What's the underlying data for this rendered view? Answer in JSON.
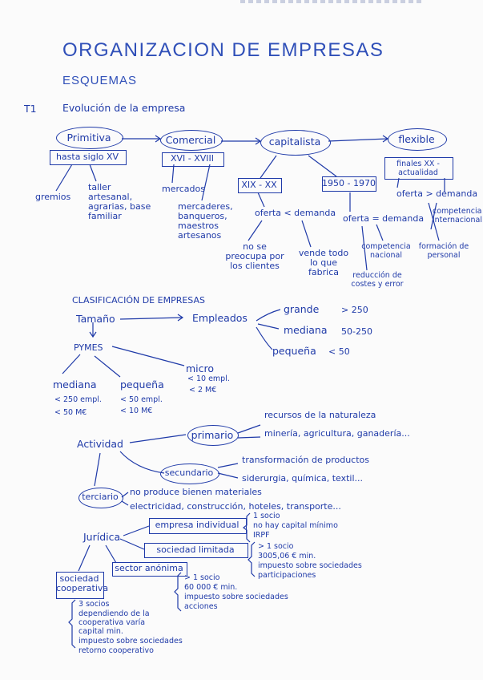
{
  "header": {
    "title": "ORGANIZACION DE EMPRESAS",
    "subtitle": "ESQUEMAS",
    "topic_num": "T1",
    "topic_title": "Evolución de la empresa"
  },
  "evolution": {
    "stages": [
      {
        "name": "Primitiva",
        "period": "hasta siglo XV"
      },
      {
        "name": "Comercial",
        "period": "XVI - XVIII"
      },
      {
        "name": "capitalista"
      },
      {
        "name": "flexible",
        "period": "finales XX - actualidad"
      }
    ],
    "primitiva_items": [
      "gremios",
      "taller artesanal, agrarias, base familiar"
    ],
    "comercial_items": [
      "mercados",
      "mercaderes, banqueros, maestros artesanos"
    ],
    "cap_periods": [
      "XIX - XX",
      "1950 - 1970"
    ],
    "cap_xix": {
      "text": "oferta < demanda",
      "items": [
        "no se preocupa por los clientes",
        "vende todo lo que fabrica"
      ]
    },
    "cap_1950": {
      "text": "oferta = demanda",
      "items": [
        "competencia nacional",
        "reducción de costes y error"
      ]
    },
    "flexible": {
      "text": "oferta > demanda",
      "items": [
        "competencia internacional",
        "formación de personal"
      ]
    }
  },
  "classification": {
    "title": "CLASIFICACIÓN DE EMPRESAS",
    "tamano": "Tamaño",
    "empleados": "Empleados",
    "sizes": [
      {
        "label": "grande",
        "value": "> 250"
      },
      {
        "label": "mediana",
        "value": "50-250"
      },
      {
        "label": "pequeña",
        "value": "< 50"
      }
    ],
    "pymes": "PYMES",
    "pymes_types": [
      {
        "label": "mediana",
        "l1": "< 250 empl.",
        "l2": "< 50 M€"
      },
      {
        "label": "pequeña",
        "l1": "< 50 empl.",
        "l2": "< 10 M€"
      },
      {
        "label": "micro",
        "l1": "< 10 empl.",
        "l2": "< 2 M€"
      }
    ],
    "actividad": "Actividad",
    "primario": "primario",
    "primario_items": [
      "recursos de la naturaleza",
      "minería, agricultura, ganadería..."
    ],
    "secundario": "secundario",
    "secundario_items": [
      "transformación de productos",
      "siderurgia, química, textil..."
    ],
    "terciario": "terciario",
    "terciario_items": [
      "no produce bienen materiales",
      "electricidad, construcción, hoteles, transporte..."
    ],
    "juridica": "Jurídica",
    "empresa_individual": "empresa individual",
    "empresa_individual_items": [
      "1 socio",
      "no hay capital mínimo",
      "IRPF"
    ],
    "sociedad_limitada": "sociedad limitada",
    "sociedad_limitada_items": [
      "> 1 socio",
      "3005,06 € min.",
      "impuesto sobre sociedades",
      "participaciones"
    ],
    "sector_anonima": "sector anónima",
    "sector_anonima_items": [
      "> 1 socio",
      "60 000 € min.",
      "impuesto sobre sociedades",
      "acciones"
    ],
    "cooperativa": "sociedad cooperativa",
    "cooperativa_items": [
      "3 socios",
      "dependiendo de la cooperativa varía",
      "capital min.",
      "impuesto sobre sociedades",
      "retorno cooperativo"
    ]
  }
}
